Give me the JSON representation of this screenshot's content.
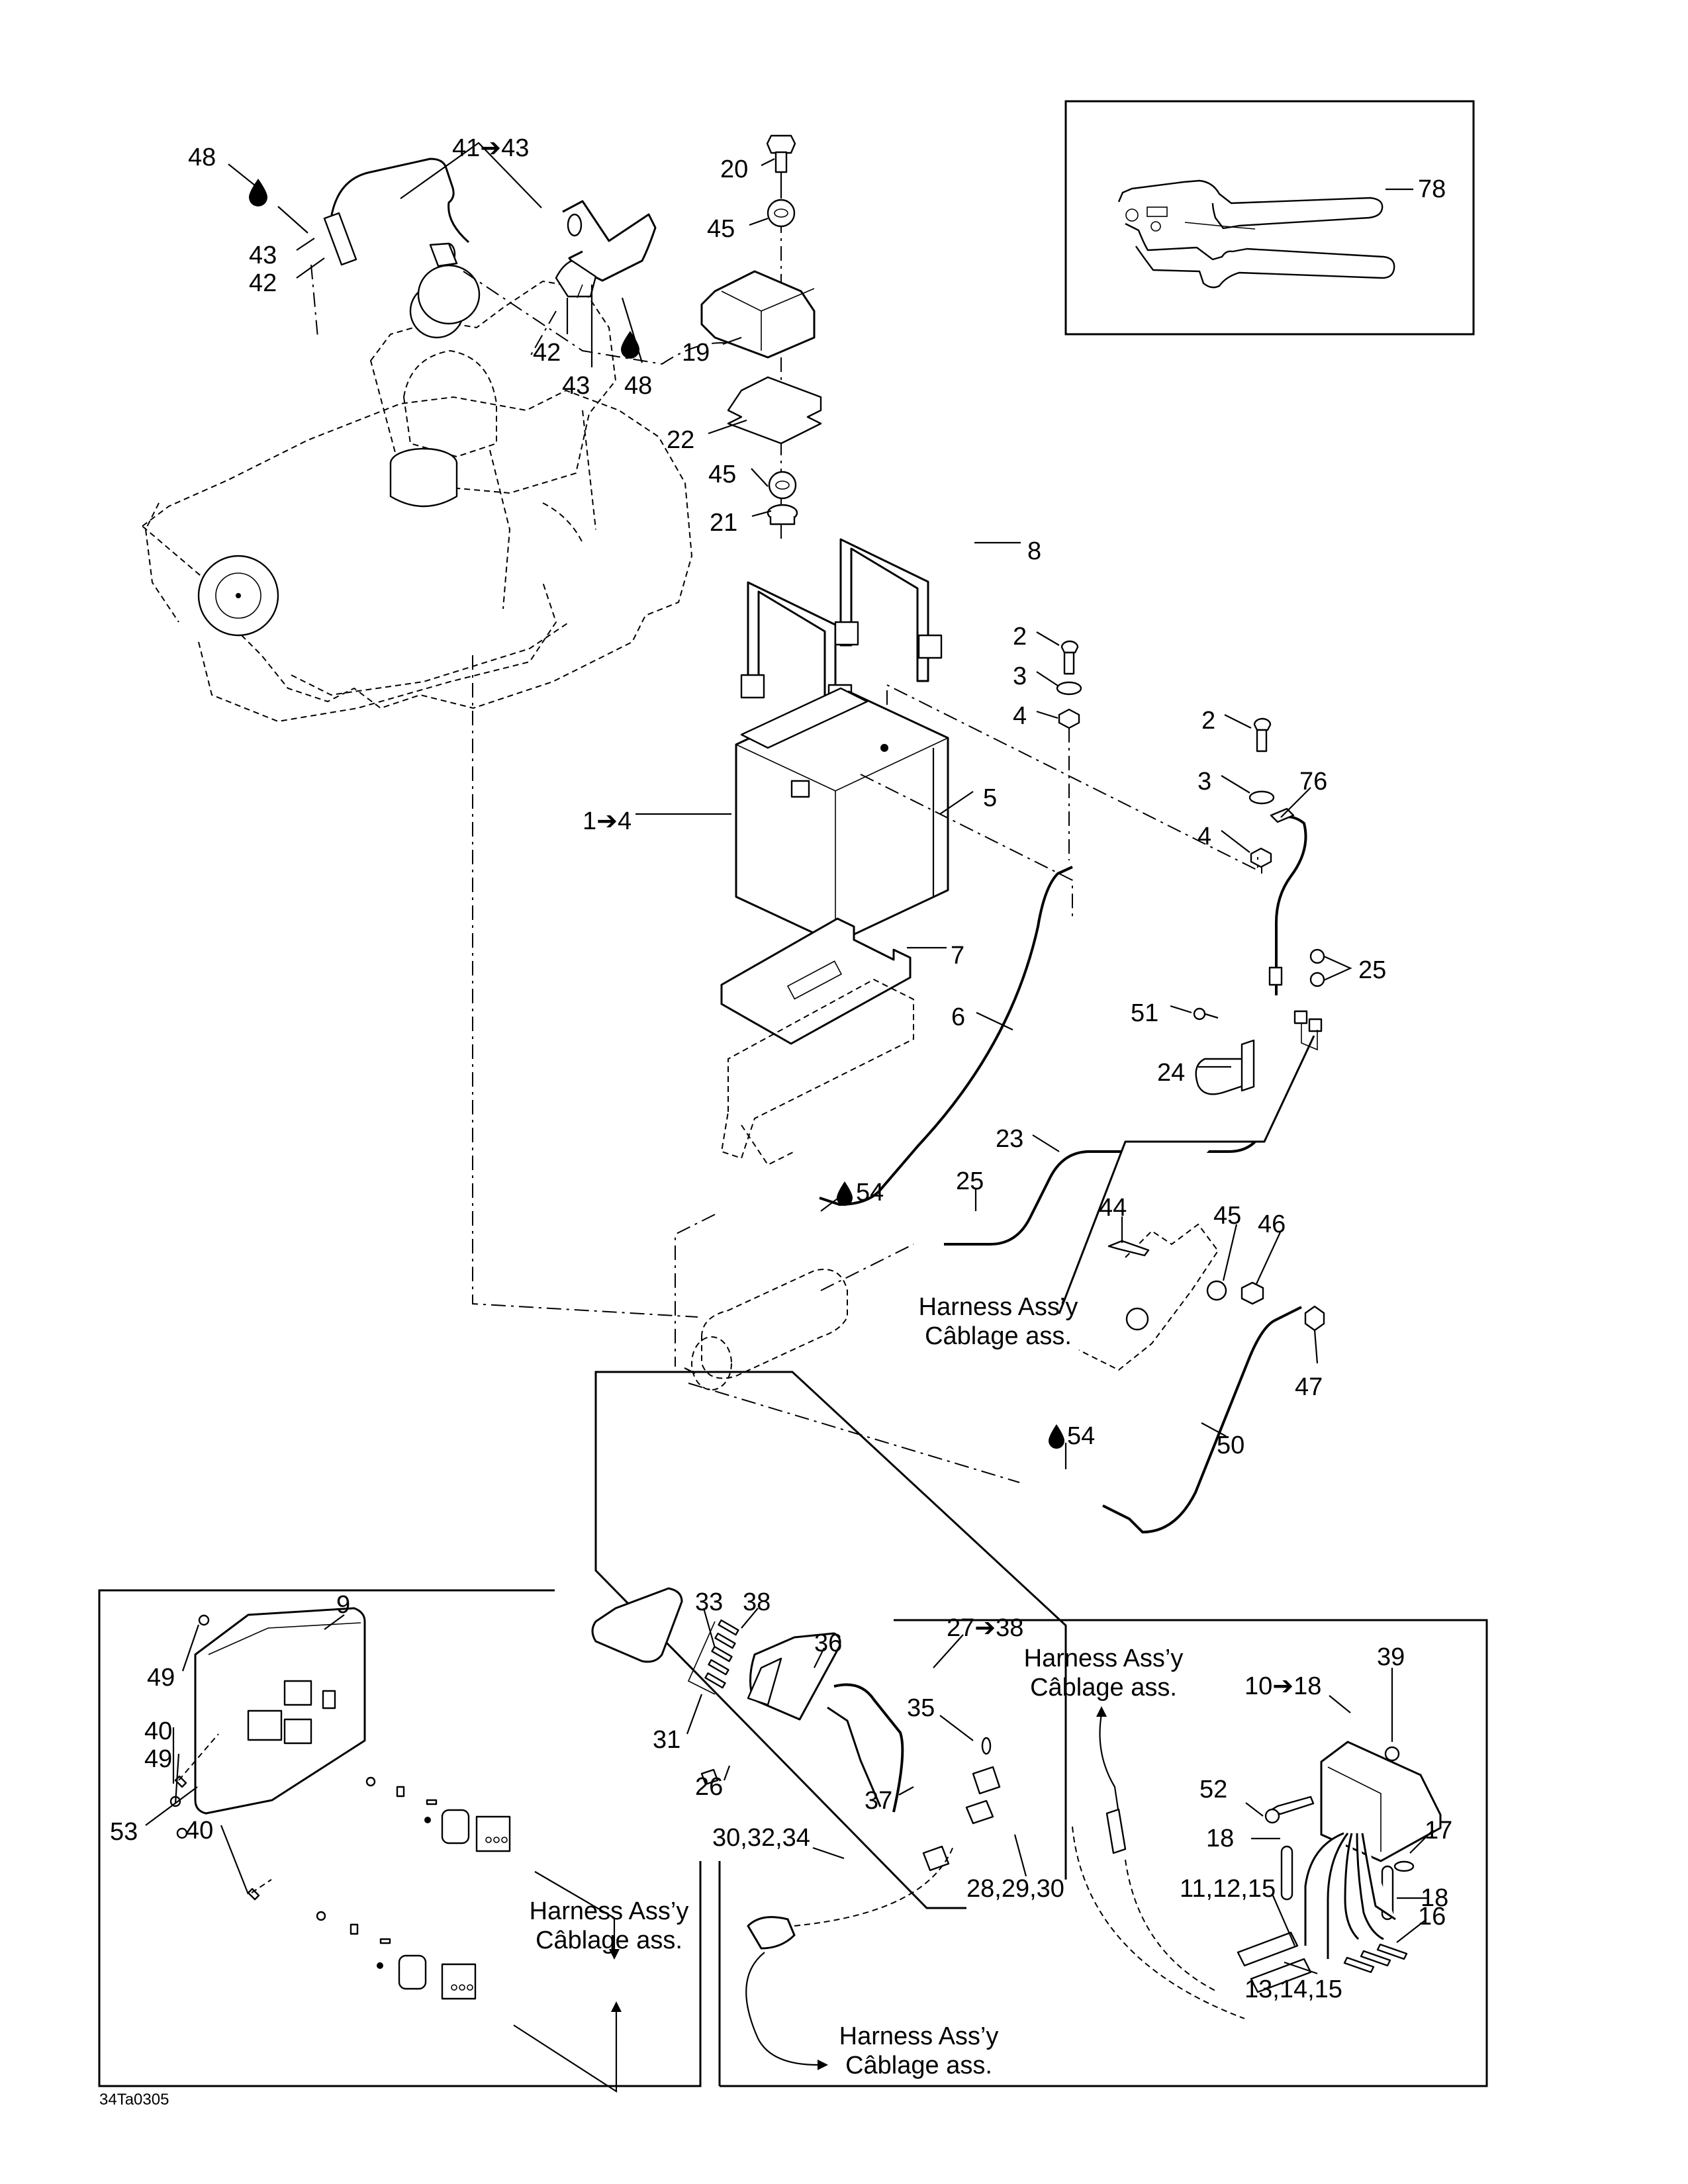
{
  "document": {
    "type": "Exploded parts diagram",
    "drawing_code": "34Ta0305",
    "line_color": "#000000",
    "background_color": "#ffffff"
  },
  "callouts": {
    "engine": [
      {
        "id": "c48a",
        "text": "48"
      },
      {
        "id": "c41_43",
        "text": "41➔43"
      },
      {
        "id": "c43a",
        "text": "43"
      },
      {
        "id": "c42a",
        "text": "42"
      },
      {
        "id": "c42b",
        "text": "42"
      },
      {
        "id": "c43b",
        "text": "43"
      },
      {
        "id": "c48b",
        "text": "48"
      }
    ],
    "ignition_coil": [
      {
        "id": "c20",
        "text": "20"
      },
      {
        "id": "c45a",
        "text": "45"
      },
      {
        "id": "c19",
        "text": "19"
      },
      {
        "id": "c22",
        "text": "22"
      },
      {
        "id": "c45b",
        "text": "45"
      },
      {
        "id": "c21",
        "text": "21"
      }
    ],
    "battery": [
      {
        "id": "c8",
        "text": "8"
      },
      {
        "id": "c2a",
        "text": "2"
      },
      {
        "id": "c3a",
        "text": "3"
      },
      {
        "id": "c4a",
        "text": "4"
      },
      {
        "id": "c2b",
        "text": "2"
      },
      {
        "id": "c3b",
        "text": "3"
      },
      {
        "id": "c4b",
        "text": "4"
      },
      {
        "id": "c76",
        "text": "76"
      },
      {
        "id": "c1_4",
        "text": "1➔4"
      },
      {
        "id": "c5",
        "text": "5"
      },
      {
        "id": "c7",
        "text": "7"
      },
      {
        "id": "c6",
        "text": "6"
      },
      {
        "id": "c25a",
        "text": "25"
      },
      {
        "id": "c51",
        "text": "51"
      },
      {
        "id": "c24",
        "text": "24"
      },
      {
        "id": "c23",
        "text": "23"
      },
      {
        "id": "c25b",
        "text": "25"
      },
      {
        "id": "c54a",
        "text": "54"
      },
      {
        "id": "c44",
        "text": "44"
      },
      {
        "id": "c45c",
        "text": "45"
      },
      {
        "id": "c46",
        "text": "46"
      },
      {
        "id": "c47",
        "text": "47"
      },
      {
        "id": "c50",
        "text": "50"
      },
      {
        "id": "c54b",
        "text": "54"
      }
    ],
    "ecu_box": [
      {
        "id": "c9",
        "text": "9"
      },
      {
        "id": "c49a",
        "text": "49"
      },
      {
        "id": "c40a",
        "text": "40"
      },
      {
        "id": "c49b",
        "text": "49"
      },
      {
        "id": "c53",
        "text": "53"
      },
      {
        "id": "c40b",
        "text": "40"
      }
    ],
    "regulator_box": [
      {
        "id": "c33",
        "text": "33"
      },
      {
        "id": "c38",
        "text": "38"
      },
      {
        "id": "c36",
        "text": "36"
      },
      {
        "id": "c27_38",
        "text": "27➔38"
      },
      {
        "id": "c31",
        "text": "31"
      },
      {
        "id": "c35",
        "text": "35"
      },
      {
        "id": "c26",
        "text": "26"
      },
      {
        "id": "c37",
        "text": "37"
      },
      {
        "id": "c30_32_34",
        "text": "30,32,34"
      },
      {
        "id": "c28_29_30",
        "text": "28,29,30"
      }
    ],
    "cdi_box": [
      {
        "id": "c39",
        "text": "39"
      },
      {
        "id": "c10_18",
        "text": "10➔18"
      },
      {
        "id": "c52",
        "text": "52"
      },
      {
        "id": "c18a",
        "text": "18"
      },
      {
        "id": "c17",
        "text": "17"
      },
      {
        "id": "c11_12_15",
        "text": "11,12,15"
      },
      {
        "id": "c18b",
        "text": "18"
      },
      {
        "id": "c16",
        "text": "16"
      },
      {
        "id": "c13_14_15",
        "text": "13,14,15"
      }
    ],
    "tool_box": [
      {
        "id": "c78",
        "text": "78"
      }
    ]
  },
  "notes": {
    "harness_en": "Harness Ass’y",
    "harness_fr": "Câblage ass."
  },
  "icons": {
    "lubricant": "lubricant-drop-icon",
    "range_arrow": "range-arrow-icon"
  }
}
